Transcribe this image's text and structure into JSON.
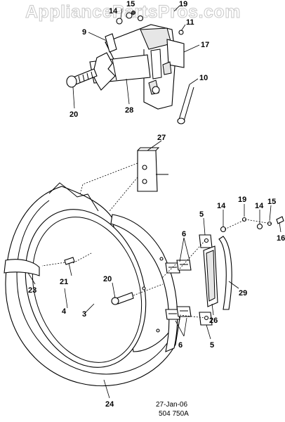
{
  "watermark": "AppliancePartsPros.com",
  "callouts": {
    "c15": "15",
    "c14_top": "14",
    "c19_top": "19",
    "c9": "9",
    "c11": "11",
    "c17": "17",
    "c10": "10",
    "c20_top": "20",
    "c28": "28",
    "c27": "27",
    "c5_top": "5",
    "c14_right": "14",
    "c19_right": "19",
    "c14_right2": "14",
    "c15_right": "15",
    "c16": "16",
    "c6_top": "6",
    "c21": "21",
    "c20_mid": "20",
    "c23": "23",
    "c4": "4",
    "c3": "3",
    "c26": "26",
    "c29": "29",
    "c6_bottom": "6",
    "c5_bottom": "5",
    "c24": "24"
  },
  "footer": {
    "date": "27-Jan-06",
    "code": "504 750A"
  }
}
